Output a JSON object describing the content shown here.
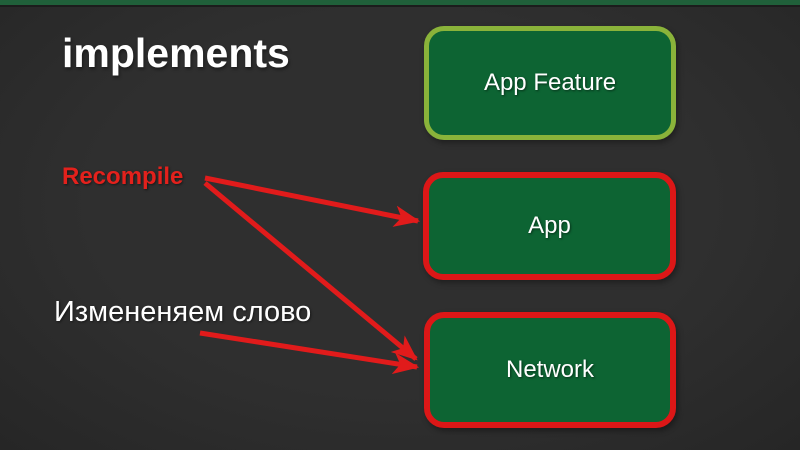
{
  "slide": {
    "title": "implements",
    "annotations": {
      "recompile": "Recompile",
      "change_word": "Измененяем слово"
    },
    "boxes": [
      {
        "label": "App Feature",
        "border": "green"
      },
      {
        "label": "App",
        "border": "red"
      },
      {
        "label": "Network",
        "border": "red"
      }
    ],
    "arrows": [
      {
        "from": "recompile-label",
        "to": "app-box"
      },
      {
        "from": "recompile-label",
        "to": "network-box"
      },
      {
        "from": "change-word-label",
        "to": "network-box"
      }
    ],
    "colors": {
      "background": "#2d2d2d",
      "top_bar_green": "#20603a",
      "box_fill_green": "#0d6433",
      "box_border_light_green": "#8ab33a",
      "box_border_red": "#dc1717",
      "arrow_red": "#e11b1b",
      "title_text": "#ffffff",
      "recompile_text": "#e3211c"
    }
  }
}
